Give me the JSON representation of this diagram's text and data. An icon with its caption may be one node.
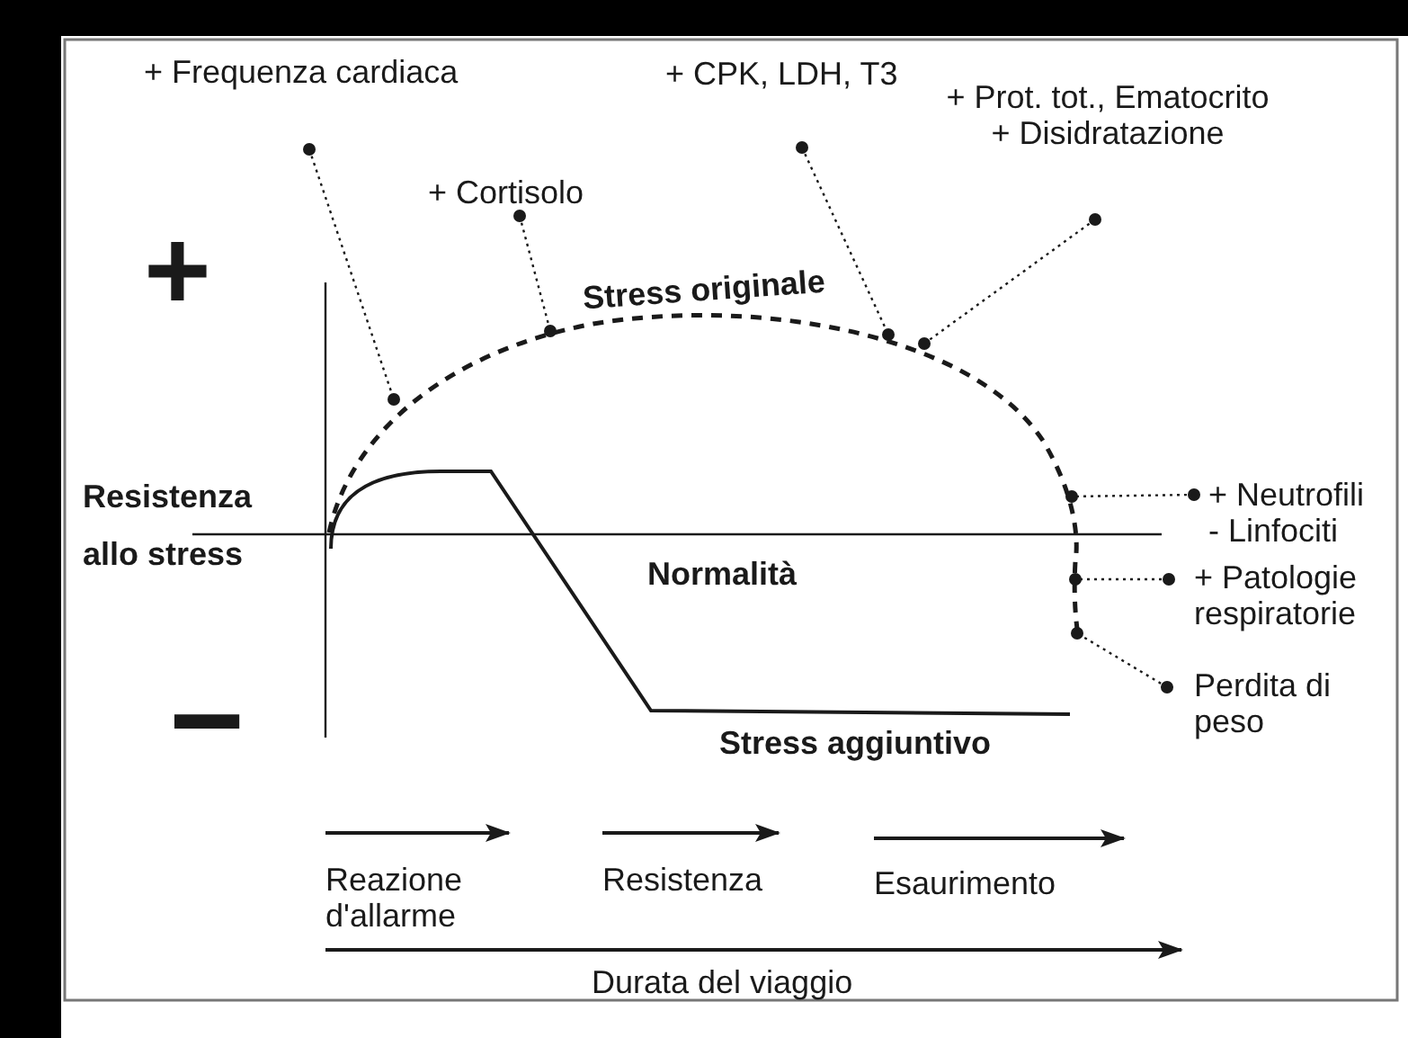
{
  "diagram": {
    "nodes": [
      {
        "text": [
          "+ Frequenza cardiaca"
        ]
      },
      {
        "text": [
          "+ Cortisolo"
        ]
      },
      {
        "text": [
          "+ CPK, LDH, T3"
        ]
      },
      {
        "text": [
          "+ Prot. tot., Ematocrito",
          "+ Disidratazione"
        ]
      },
      {
        "text": [
          "+ Neutrofili",
          "- Linfociti"
        ]
      },
      {
        "text": [
          "+ Patologie respiratorie"
        ]
      },
      {
        "text": [
          "Perdita di peso"
        ]
      },
      {
        "text": [],
        "shape": "curve",
        "beside": [
          "Stress originale"
        ]
      }
    ],
    "edges": [
      {
        "from": 0,
        "to": 7,
        "arrow": "other",
        "style": "dashed"
      },
      {
        "from": 1,
        "to": 7,
        "arrow": "other",
        "style": "dashed"
      },
      {
        "from": 2,
        "to": 7,
        "arrow": "other",
        "style": "dashed"
      },
      {
        "from": 3,
        "to": 7,
        "arrow": "other",
        "style": "dashed"
      },
      {
        "from": 4,
        "to": 7,
        "arrow": "other",
        "style": "dashed"
      },
      {
        "from": 5,
        "to": 7,
        "arrow": "other",
        "style": "dashed"
      },
      {
        "from": 6,
        "to": 7,
        "arrow": "other",
        "style": "dashed"
      }
    ],
    "labels": [
      "+",
      "Resistenza allo stress",
      "Normalità",
      "Stress aggiuntivo",
      "−",
      "Reazione d'allarme",
      "Resistenza",
      "Esaurimento",
      "Durata del viaggio"
    ]
  }
}
